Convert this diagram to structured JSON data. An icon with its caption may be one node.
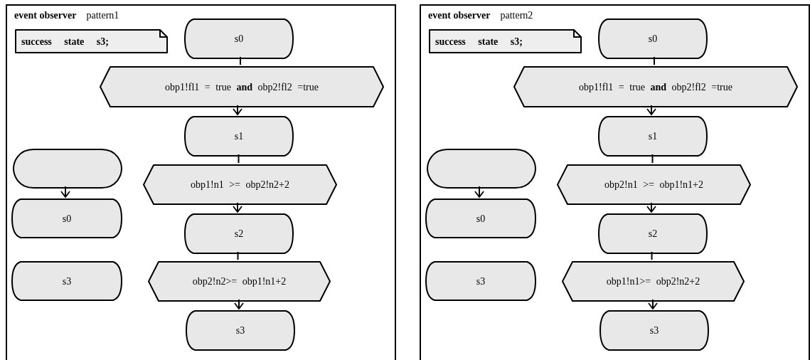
{
  "diagram": {
    "nodes": [
      {
        "text": [
          "event observer",
          "pattern1"
        ]
      },
      {
        "text": [
          "success state s3;"
        ],
        "in": 0
      },
      {
        "text": [
          "s0"
        ],
        "in": 0
      },
      {
        "text": [
          "obp1!fl1 = true **and** obp2!fl2 =true"
        ],
        "in": 0
      },
      {
        "text": [
          "s1"
        ],
        "in": 0
      },
      {
        "text": [
          "obp1!n1 >= obp2!n2+2"
        ],
        "in": 0
      },
      {
        "text": [
          "s2"
        ],
        "in": 0
      },
      {
        "text": [
          "obp2!n2>= obp1!n1+2"
        ],
        "in": 0
      },
      {
        "text": [
          "s3"
        ],
        "in": 0
      },
      {
        "text": [],
        "shape": "oval",
        "in": 0
      },
      {
        "text": [
          "s0"
        ],
        "in": 0
      },
      {
        "text": [
          "s3"
        ],
        "in": 0
      },
      {
        "text": [
          "event observer",
          "pattern2"
        ]
      },
      {
        "text": [
          "success state s3;"
        ],
        "in": 12
      },
      {
        "text": [
          "s0"
        ],
        "in": 12
      },
      {
        "text": [
          "obp1!fl1 = true **and** obp2!fl2 =true"
        ],
        "in": 12
      },
      {
        "text": [
          "s1"
        ],
        "in": 12
      },
      {
        "text": [
          "obp2!n1 >= obp1!n1+2"
        ],
        "in": 12
      },
      {
        "text": [
          "s2"
        ],
        "in": 12
      },
      {
        "text": [
          "obp1!n1>= obp2!n2+2"
        ],
        "in": 12
      },
      {
        "text": [
          "s3"
        ],
        "in": 12
      },
      {
        "text": [],
        "shape": "oval",
        "in": 12
      },
      {
        "text": [
          "s0"
        ],
        "in": 12
      },
      {
        "text": [
          "s3"
        ],
        "in": 12
      }
    ],
    "edges": [
      {
        "from": 2,
        "to": 3,
        "arrow": "none"
      },
      {
        "from": 3,
        "to": 4,
        "arrow": "to"
      },
      {
        "from": 4,
        "to": 5,
        "arrow": "none"
      },
      {
        "from": 5,
        "to": 6,
        "arrow": "to"
      },
      {
        "from": 6,
        "to": 7,
        "arrow": "none"
      },
      {
        "from": 7,
        "to": 8,
        "arrow": "to"
      },
      {
        "from": 9,
        "to": 10,
        "arrow": "to"
      },
      {
        "from": 14,
        "to": 15,
        "arrow": "none"
      },
      {
        "from": 15,
        "to": 16,
        "arrow": "to"
      },
      {
        "from": 16,
        "to": 17,
        "arrow": "none"
      },
      {
        "from": 17,
        "to": 18,
        "arrow": "to"
      },
      {
        "from": 18,
        "to": 19,
        "arrow": "none"
      },
      {
        "from": 19,
        "to": 20,
        "arrow": "to"
      },
      {
        "from": 21,
        "to": 22,
        "arrow": "to"
      }
    ]
  }
}
